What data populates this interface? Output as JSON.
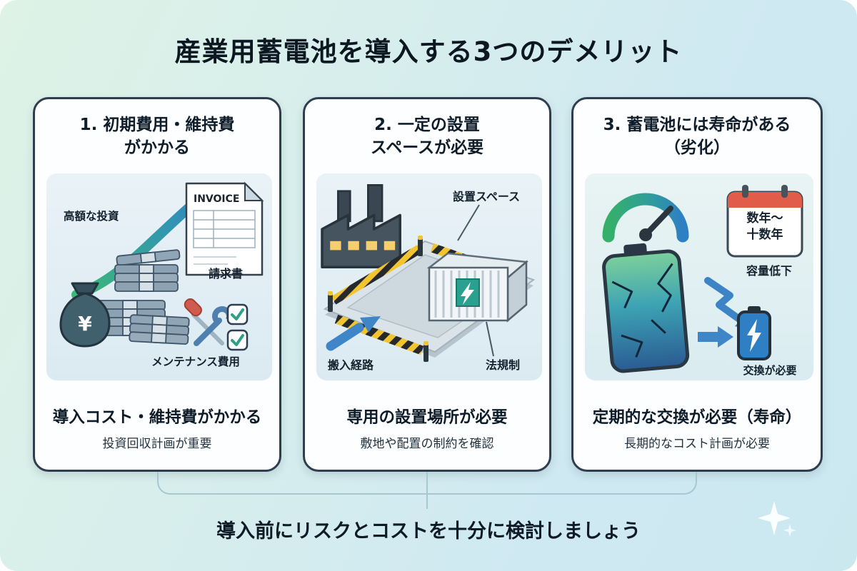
{
  "page": {
    "title": "産業用蓄電池を導入する3つのデメリット",
    "footer": "導入前にリスクとコストを十分に検討しましょう"
  },
  "colors": {
    "background_green": "#def3e6",
    "background_blue": "#cfe9f2",
    "card_border": "#2e3e4e",
    "accent_green": "#35b06a",
    "accent_blue": "#2f7fc4",
    "accent_teal": "#2aa090",
    "hazard_yellow": "#f2c52f",
    "connector_line": "#a6c8d1"
  },
  "cards": [
    {
      "heading": "1. 初期費用・維持費\nがかかる",
      "labels": {
        "investment": "高額な投資",
        "invoice_doc": "INVOICE",
        "invoice": "請求書",
        "yen": "¥",
        "maintenance": "メンテナンス費用"
      },
      "conclusion": "導入コスト・維持費がかかる",
      "note": "投資回収計画が重要"
    },
    {
      "heading": "2. 一定の設置\nスペースが必要",
      "labels": {
        "space": "設置スペース",
        "route": "搬入経路",
        "regulation": "法規制"
      },
      "conclusion": "専用の設置場所が必要",
      "note": "敷地や配置の制約を確認"
    },
    {
      "heading": "3. 蓄電池には寿命がある\n（劣化）",
      "labels": {
        "calendar": "数年〜\n十数年",
        "capacity": "容量低下",
        "replace": "交換が必要"
      },
      "conclusion": "定期的な交換が必要（寿命）",
      "note": "長期的なコスト計画が必要"
    }
  ]
}
